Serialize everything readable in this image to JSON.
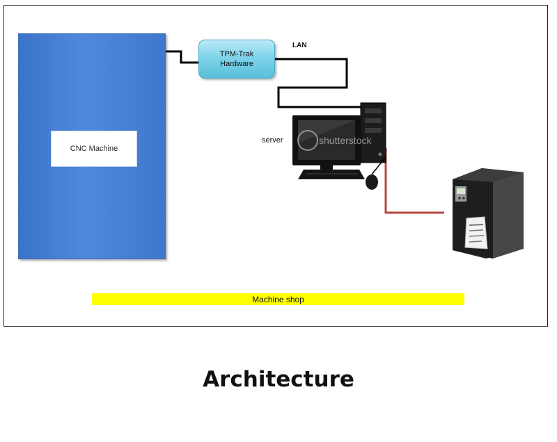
{
  "diagram": {
    "cnc_machine_label": "CNC Machine",
    "tpm_line1": "TPM-Trak",
    "tpm_line2": "Hardware",
    "lan_label": "LAN",
    "server_label": "server",
    "shop_label": "Machine shop",
    "watermark_text": "shutterstock",
    "colors": {
      "cnc_blue": "#4a82d6",
      "tpm_cyan": "#7fd3ea",
      "shop_yellow": "#ffff00",
      "serial_cable": "#b5453f",
      "lan_cable": "#000000"
    },
    "icons": [
      "computer-icon",
      "printer-icon"
    ]
  },
  "caption": "Architecture"
}
